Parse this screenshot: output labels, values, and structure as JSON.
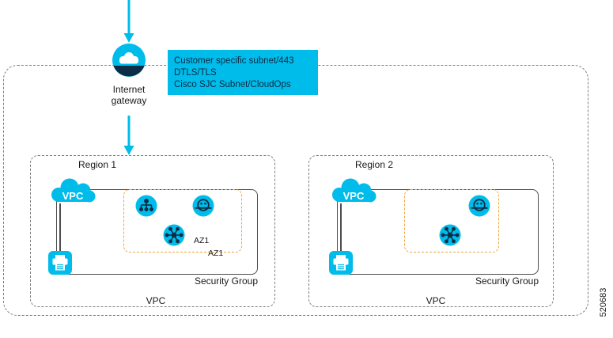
{
  "colors": {
    "cyan": "#00bceb",
    "navy": "#0d2c45",
    "orange": "#f0a43c",
    "line_gray": "#7d7d7d"
  },
  "gateway": {
    "label_line1": "Internet",
    "label_line2": "gateway"
  },
  "info_box": {
    "lines": [
      "Customer specific subnet/443",
      "DTLS/TLS",
      "Cisco SJC Subnet/CloudOps"
    ]
  },
  "regions": [
    {
      "title": "Region 1",
      "vpc_cloud_label": "VPC",
      "security_group_label": "Security Group",
      "vpc_label": "VPC",
      "az_label_inner": "AZ1",
      "az_label_outer": "AZ1"
    },
    {
      "title": "Region 2",
      "vpc_cloud_label": "VPC",
      "security_group_label": "Security Group",
      "vpc_label": "VPC"
    }
  ],
  "figure_number": "520683",
  "icons": {
    "internet_gateway": "cloud-in-circle-icon",
    "vpc_cloud": "cloud-icon",
    "appliance": "printer-icon",
    "hierarchy_node": "hierarchy-icon",
    "controller": "face-circle-icon",
    "cluster_node": "hub-spoke-icon"
  }
}
